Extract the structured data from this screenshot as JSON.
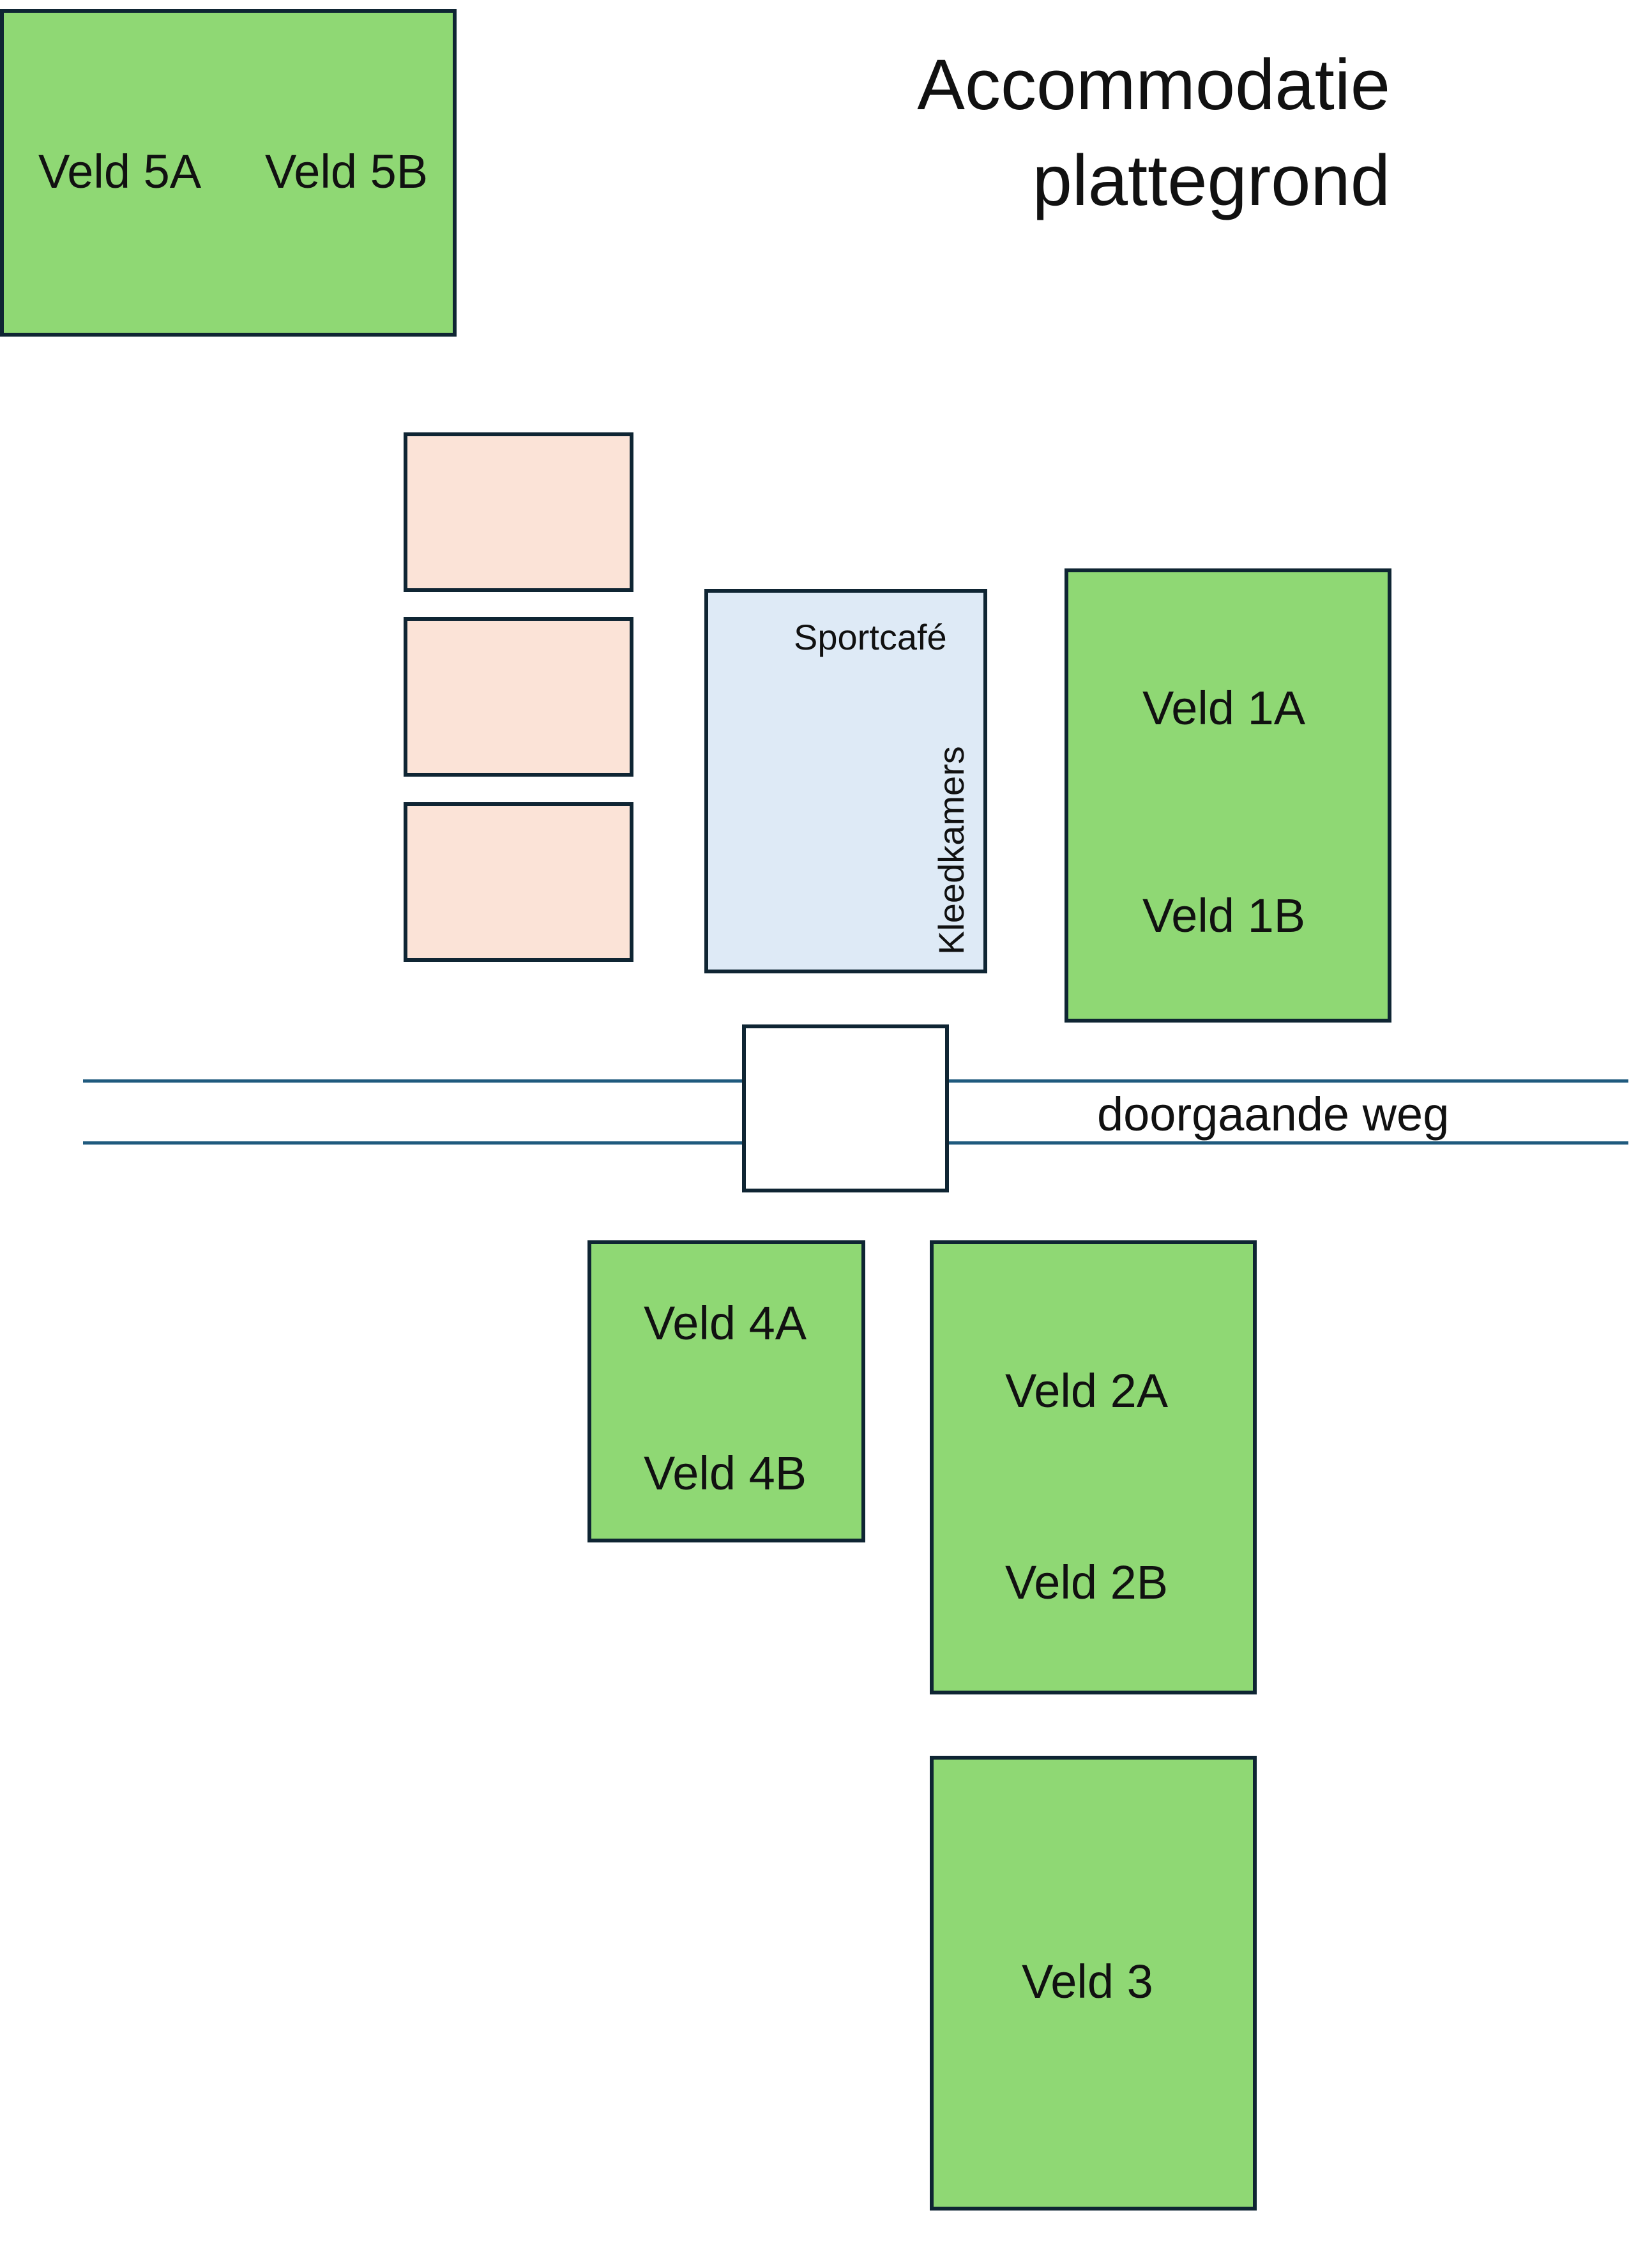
{
  "title": {
    "line1": "Accommodatie",
    "line2": "plattegrond"
  },
  "fields": {
    "veld_5a": "Veld 5A",
    "veld_5b": "Veld 5B",
    "veld_1a": "Veld 1A",
    "veld_1b": "Veld 1B",
    "veld_4a": "Veld 4A",
    "veld_4b": "Veld 4B",
    "veld_2a": "Veld 2A",
    "veld_2b": "Veld 2B",
    "veld_3": "Veld 3"
  },
  "building": {
    "sportcafe": "Sportcafé",
    "kleedkamers": "Kleedkamers"
  },
  "road": {
    "label": "doorgaande weg"
  },
  "colors": {
    "field": "#8fd874",
    "outline": "#0f2533",
    "peach": "#fbe3d7",
    "building": "#deeaf6",
    "road": "#1f5a7e"
  }
}
